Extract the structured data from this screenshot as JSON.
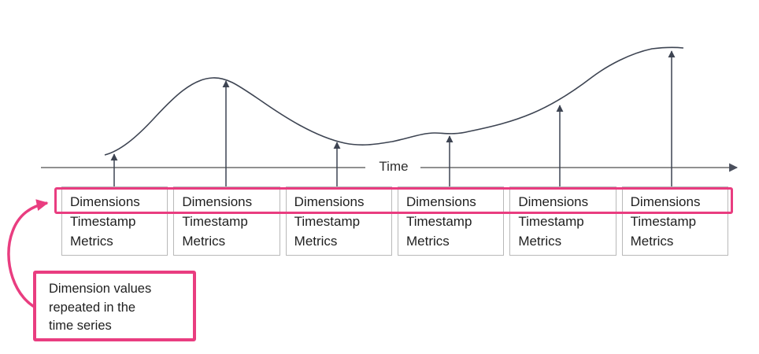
{
  "diagram": {
    "axis": {
      "label": "Time"
    },
    "records": {
      "count": 6,
      "fields": [
        "Dimensions",
        "Timestamp",
        "Metrics"
      ]
    },
    "annotation": {
      "line1": "Dimension values",
      "line2": "repeated in the",
      "line3": "time series"
    },
    "colors": {
      "highlight_pink": "#e93d80",
      "curve_dark": "#3d4452",
      "axis_gray": "#6b6b6b",
      "box_border": "#b9b9b9",
      "text": "#1f1f1f"
    }
  }
}
